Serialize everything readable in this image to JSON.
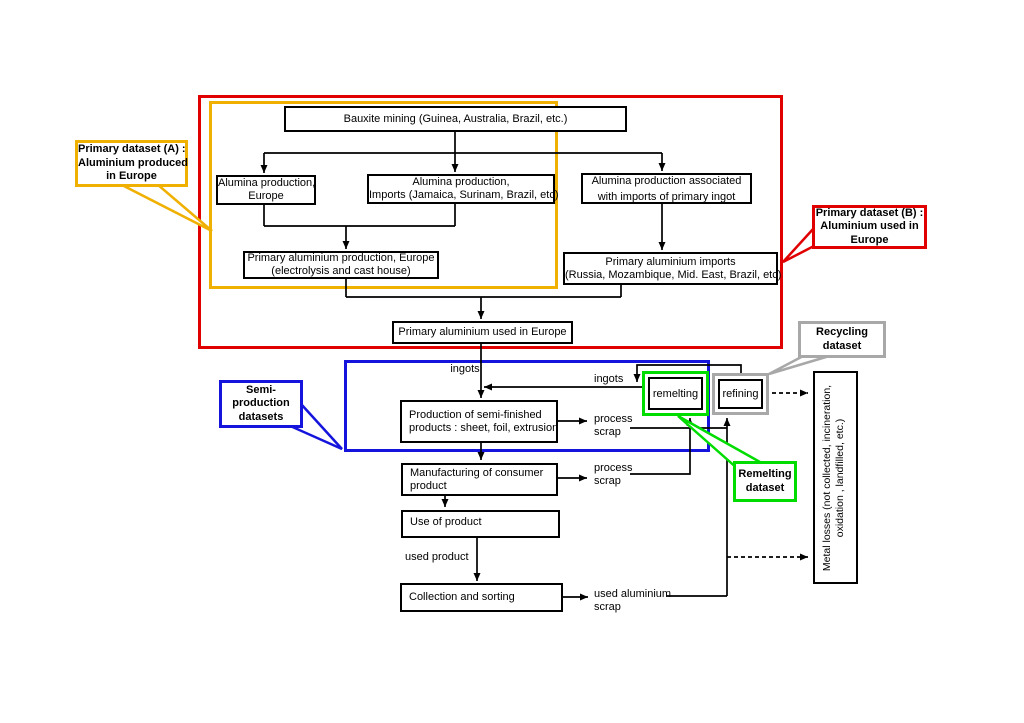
{
  "colors": {
    "primary_dataset_a_accent": "#f0b000",
    "primary_dataset_b_accent": "#e10000",
    "semi_production_accent": "#1414dc",
    "remelting_accent": "#00dc00",
    "recycling_accent": "#a8a8a8",
    "connector": "#000000",
    "background": "#ffffff"
  },
  "nodes": {
    "bauxite": [
      "Bauxite mining (Guinea, Australia, Brazil, etc.)"
    ],
    "alumina_europe": [
      "Alumina production,",
      "Europe"
    ],
    "alumina_imports": [
      "Alumina production,",
      "Imports (Jamaica, Surinam, Brazil, etc)"
    ],
    "alumina_associated": [
      "Alumina production associated",
      "with imports of primary ingot"
    ],
    "primary_production": [
      "Primary aluminium production, Europe",
      "(electrolysis and cast house)"
    ],
    "primary_imports": [
      "Primary aluminium imports",
      "(Russia, Mozambique, Mid. East, Brazil, etc)"
    ],
    "primary_used": [
      "Primary aluminium used in Europe"
    ],
    "production_semi": [
      "Production of semi-finished",
      "products : sheet, foil, extrusion"
    ],
    "manufacturing": [
      "Manufacturing of consumer",
      "product"
    ],
    "use_of_product": [
      "Use of product"
    ],
    "collection": [
      "Collection and sorting"
    ],
    "remelting": [
      "remelting"
    ],
    "refining": [
      "refining"
    ],
    "metal_losses": [
      "Metal losses (not collected, incineration,",
      "oxidation , landfilled, etc.)"
    ]
  },
  "flow_labels": {
    "ingots_center": "ingots",
    "ingots_right": "ingots",
    "process_scrap_top": [
      "process",
      "scrap"
    ],
    "process_scrap_bottom": [
      "process",
      "scrap"
    ],
    "used_product": "used product",
    "used_aluminium_scrap": [
      "used aluminium",
      "scrap"
    ]
  },
  "callouts": {
    "primary_a": [
      "Primary dataset (A) :",
      "Aluminium produced",
      "in Europe"
    ],
    "primary_b": [
      "Primary dataset (B) :",
      "Aluminium used in",
      "Europe"
    ],
    "recycling": [
      "Recycling",
      "dataset"
    ],
    "remelting_dataset": [
      "Remelting",
      "dataset"
    ],
    "semi_production": [
      "Semi-",
      "production",
      "datasets"
    ]
  }
}
